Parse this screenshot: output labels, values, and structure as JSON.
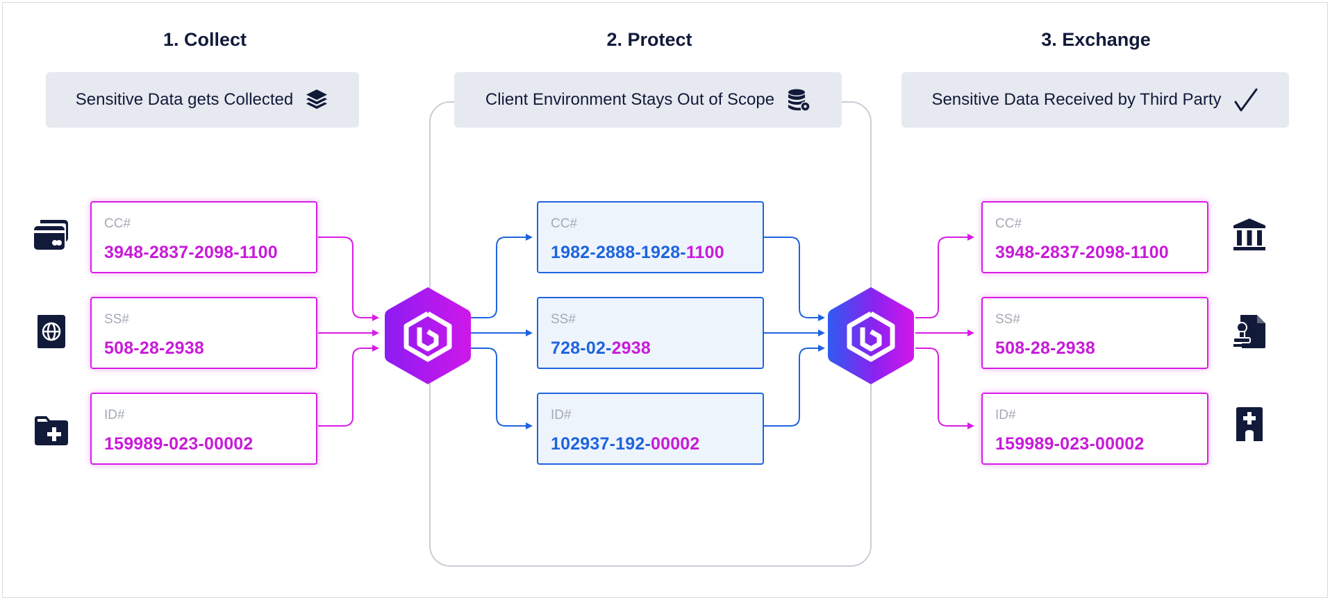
{
  "columns": [
    {
      "title": "1. Collect",
      "banner": "Sensitive Data gets Collected",
      "banner_icon": "layers-icon"
    },
    {
      "title": "2. Protect",
      "banner": "Client Environment Stays Out of Scope",
      "banner_icon": "database-shield-icon"
    },
    {
      "title": "3. Exchange",
      "banner": "Sensitive Data Received by Third Party",
      "banner_icon": "check-icon"
    }
  ],
  "collect_cards": [
    {
      "label": "CC#",
      "value": "3948-2837-2098-1100",
      "icon": "credit-cards-icon"
    },
    {
      "label": "SS#",
      "value": "508-28-2938",
      "icon": "passport-icon"
    },
    {
      "label": "ID#",
      "value": "159989-023-00002",
      "icon": "medical-folder-icon"
    }
  ],
  "protect_cards": [
    {
      "label": "CC#",
      "value_tokenized": "1982-2888-1928-",
      "value_preserved": "1100"
    },
    {
      "label": "SS#",
      "value_tokenized": "728-02-",
      "value_preserved": "2938"
    },
    {
      "label": "ID#",
      "value_tokenized": "102937-192-",
      "value_preserved": "00002"
    }
  ],
  "exchange_cards": [
    {
      "label": "CC#",
      "value": "3948-2837-2098-1100",
      "icon": "bank-icon"
    },
    {
      "label": "SS#",
      "value": "508-28-2938",
      "icon": "stamped-document-icon"
    },
    {
      "label": "ID#",
      "value": "159989-023-00002",
      "icon": "hospital-icon"
    }
  ],
  "hubs": [
    {
      "name": "tokenize-hub",
      "icon": "vault-logo-icon"
    },
    {
      "name": "detokenize-hub",
      "icon": "vault-logo-icon"
    }
  ],
  "colors": {
    "pink": "#d81be6",
    "blue": "#1e63de",
    "navy": "#121a3a",
    "banner_bg": "#e6e9ef",
    "protect_card_bg": "#eef4fc"
  }
}
